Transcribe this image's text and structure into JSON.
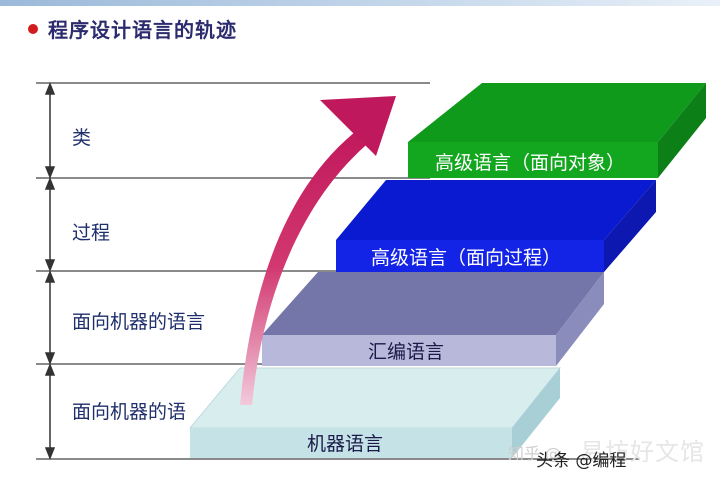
{
  "title": "程序设计语言的轨迹",
  "row_labels": [
    "类",
    "过程",
    "面向机器的语言",
    "面向机器的语"
  ],
  "steps": [
    {
      "label": "机器语言",
      "top_color": "#d8eeee",
      "front_color": "#c5e2e6",
      "side_color": "#a9cfd6"
    },
    {
      "label": "汇编语言",
      "top_color": "#7475a8",
      "front_color": "#b8b9da",
      "side_color": "#8a8cbb"
    },
    {
      "label": "高级语言（面向过程）",
      "top_color": "#0a1ad0",
      "front_color": "#1424e6",
      "side_color": "#0c18b0"
    },
    {
      "label": "高级语言（面向对象）",
      "top_color": "#109a1c",
      "front_color": "#13a61f",
      "side_color": "#0d7f17"
    }
  ],
  "arrow_color": "#c0185c",
  "watermarks": {
    "zhihu": "知乎 @",
    "toutiao": "头条 @编程",
    "site": "易坊好文馆"
  }
}
